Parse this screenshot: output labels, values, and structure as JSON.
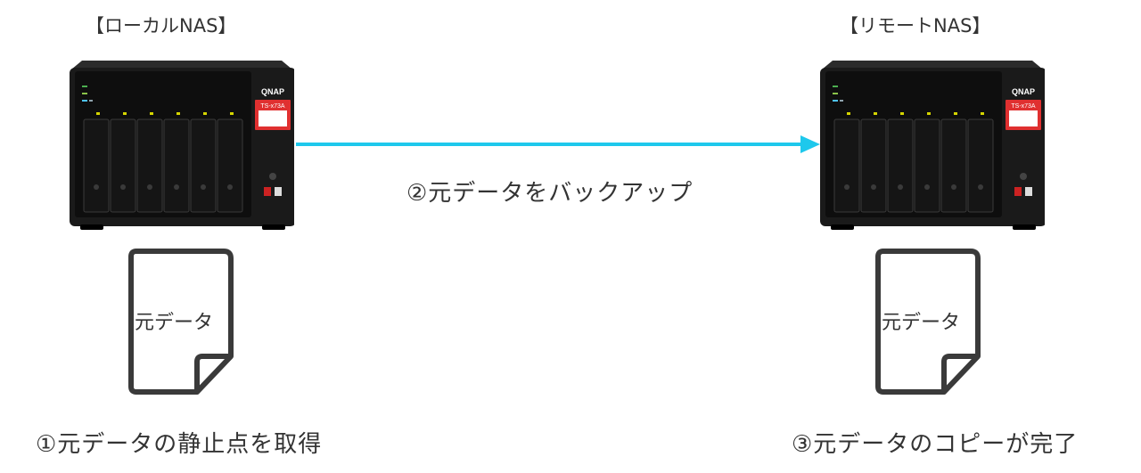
{
  "local_nas": {
    "title": "【ローカルNAS】",
    "brand": "QNAP",
    "model": "TS-x73A"
  },
  "remote_nas": {
    "title": "【リモートNAS】",
    "brand": "QNAP",
    "model": "TS-x73A"
  },
  "documents": {
    "local_label": "元データ",
    "remote_label": "元データ"
  },
  "steps": {
    "step1": "①元データの静止点を取得",
    "step2": "②元データをバックアップ",
    "step3": "③元データのコピーが完了"
  },
  "colors": {
    "arrow": "#1EC8EC",
    "nas_body": "#1a1a1a",
    "model_badge": "#e03030",
    "document_stroke": "#3a3a3a"
  }
}
